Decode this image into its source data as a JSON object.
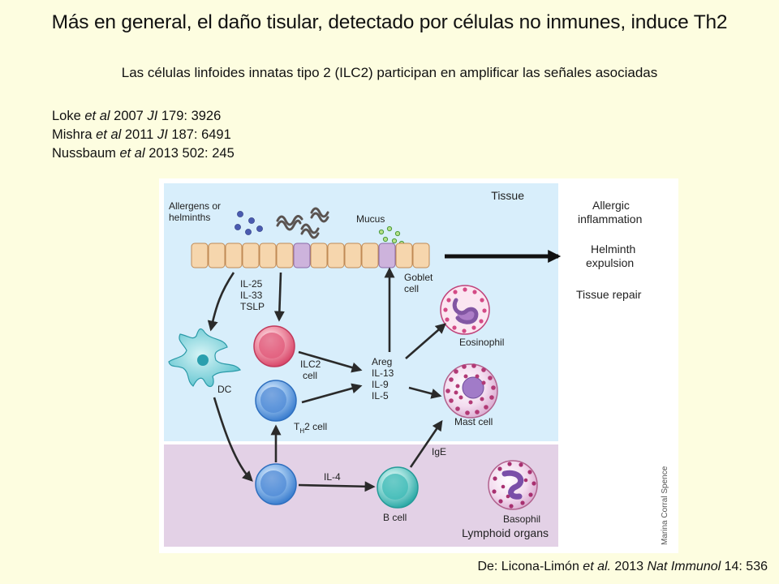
{
  "header": {
    "title": "Más en general, el daño tisular, detectado por células no inmunes, induce Th2",
    "subtitle": "Las células linfoides innatas tipo 2 (ILC2) participan en amplificar las señales asociadas"
  },
  "references": [
    {
      "author": "Loke ",
      "etal": "et al",
      "year": " 2007 ",
      "journal": "JI",
      "rest": " 179: 3926"
    },
    {
      "author": "Mishra ",
      "etal": "et al",
      "year": "  2011 ",
      "journal": "JI",
      "rest": " 187: 6491"
    },
    {
      "author": "Nussbaum ",
      "etal": "et al",
      "year": " 2013 502: 245",
      "journal": "",
      "rest": ""
    }
  ],
  "credit": {
    "prefix": "De: Licona-Limón ",
    "etal": "et al.",
    "year": " 2013 ",
    "journal": "Nat Immunol",
    "rest": " 14: 536"
  },
  "figure": {
    "tissue": "Tissue",
    "lymphoid": "Lymphoid organs",
    "allergens_line1": "Allergens or",
    "allergens_line2": "helminths",
    "mucus": "Mucus",
    "goblet_line1": "Goblet",
    "goblet_line2": "cell",
    "signals": [
      "IL-25",
      "IL-33",
      "TSLP"
    ],
    "ilc2_line1": "ILC2",
    "ilc2_line2": "cell",
    "dc": "DC",
    "th2_t": "T",
    "th2_h": "H",
    "th2_rest": "2 cell",
    "cytokines": [
      "Areg",
      "IL-13",
      "IL-9",
      "IL-5"
    ],
    "eosinophil": "Eosinophil",
    "mast_cell": "Mast cell",
    "ige": "IgE",
    "il4": "IL-4",
    "b_cell": "B cell",
    "basophil": "Basophil",
    "artist": "Marina Corral Spence",
    "outcomes": {
      "allergic_line1": "Allergic",
      "allergic_line2": "inflammation",
      "helminth_line1": "Helminth",
      "helminth_line2": "expulsion",
      "repair": "Tissue repair"
    }
  }
}
